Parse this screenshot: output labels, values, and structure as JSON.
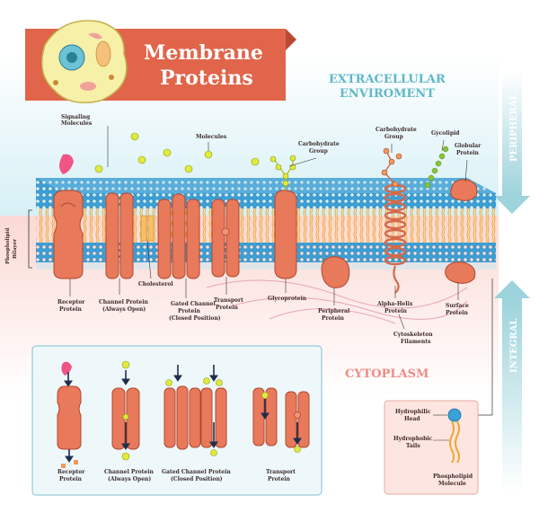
{
  "title": {
    "line1": "Membrane",
    "line2": "Proteins"
  },
  "regions": {
    "extracellular_line1": "EXTRACELLULAR",
    "extracellular_line2": "ENVIROMENT",
    "cytoplasm": "CYTOPLASM",
    "peripheral": "PERIPHERAL",
    "integral": "INTEGRAL"
  },
  "labels": {
    "signaling_line1": "Signaling",
    "signaling_line2": "Molecules",
    "molecules": "Molecules",
    "carb1_line1": "Carbohydrate",
    "carb1_line2": "Group",
    "carb2_line1": "Carbohydrate",
    "carb2_line2": "Group",
    "gycolipid": "Gycolipid",
    "globular_line1": "Globular",
    "globular_line2": "Protein",
    "bilayer_line1": "Phospholipid",
    "bilayer_line2": "Bilayer",
    "receptor_line1": "Receptor",
    "receptor_line2": "Protein",
    "channel_line1": "Channel Protein",
    "channel_line2": "(Always Open)",
    "cholesterol": "Cholesterol",
    "gated_line1": "Gated Channel",
    "gated_line2": "Protein",
    "gated_line3": "(Closed Position)",
    "transport_line1": "Transport",
    "transport_line2": "Protein",
    "glycoprotein": "Glycoprotein",
    "peripheral_line1": "Peripheral",
    "peripheral_line2": "Protein",
    "alpha_line1": "Alpha-Helix",
    "alpha_line2": "Protein",
    "surface_line1": "Surface",
    "surface_line2": "Protein",
    "cyto_line1": "Cytoskeleton",
    "cyto_line2": "Filaments"
  },
  "bottom_panel": {
    "receptor_line1": "Receptor",
    "receptor_line2": "Protein",
    "channel_line1": "Channel Protein",
    "channel_line2": "(Always Open)",
    "gated_line1": "Gated Channel Protein",
    "gated_line2": "(Closed Position)",
    "transport_line1": "Transport",
    "transport_line2": "Protein"
  },
  "legend_panel": {
    "head_line1": "Hydrophilic",
    "head_line2": "Head",
    "tails_line1": "Hydrophobic",
    "tails_line2": "Tails",
    "molecule_line1": "Phospholipid",
    "molecule_line2": "Molecule"
  },
  "colors": {
    "protein": "#e8795b",
    "head": "#3aa0d8",
    "tail": "#f3b23a",
    "molecule": "#e2ea3b",
    "title_bg": "#e0654a",
    "region_text": "#5fb8c8",
    "cytoplasm_text": "#f08a84"
  }
}
